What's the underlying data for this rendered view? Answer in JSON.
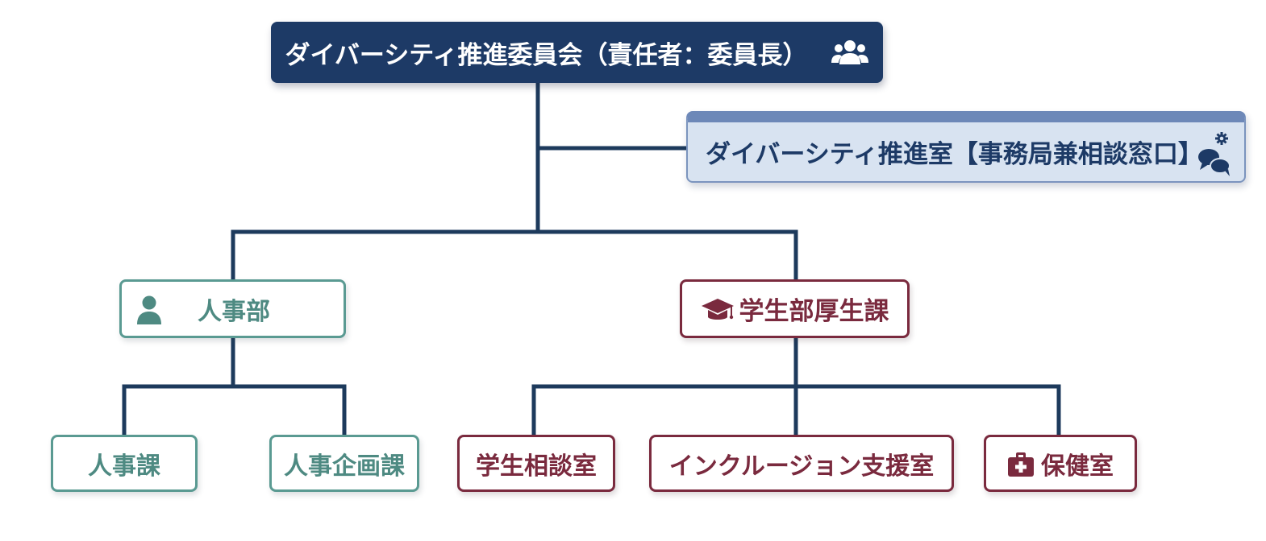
{
  "committee": {
    "label": "ダイバーシティ推進委員会（責任者：委員長）",
    "icon": "users-group-icon"
  },
  "office": {
    "label": "ダイバーシティ推進室【事務局兼相談窓口】",
    "icon": "chat-gear-icon"
  },
  "departments": [
    {
      "label": "人事部",
      "icon": "person-icon",
      "color": "#5a9a92",
      "children": [
        {
          "label": "人事課"
        },
        {
          "label": "人事企画課"
        }
      ]
    },
    {
      "label": "学生部厚生課",
      "icon": "graduation-cap-icon",
      "color": "#7a2a3e",
      "children": [
        {
          "label": "学生相談室"
        },
        {
          "label": "インクルージョン支援室"
        },
        {
          "label": "保健室",
          "icon": "first-aid-kit-icon"
        }
      ]
    }
  ],
  "colors": {
    "committee_bg": "#1d3a66",
    "office_bg": "#d8e3f1",
    "connector": "#1d3a5c",
    "hr_accent": "#5a9a92",
    "student_accent": "#7a2a3e"
  }
}
